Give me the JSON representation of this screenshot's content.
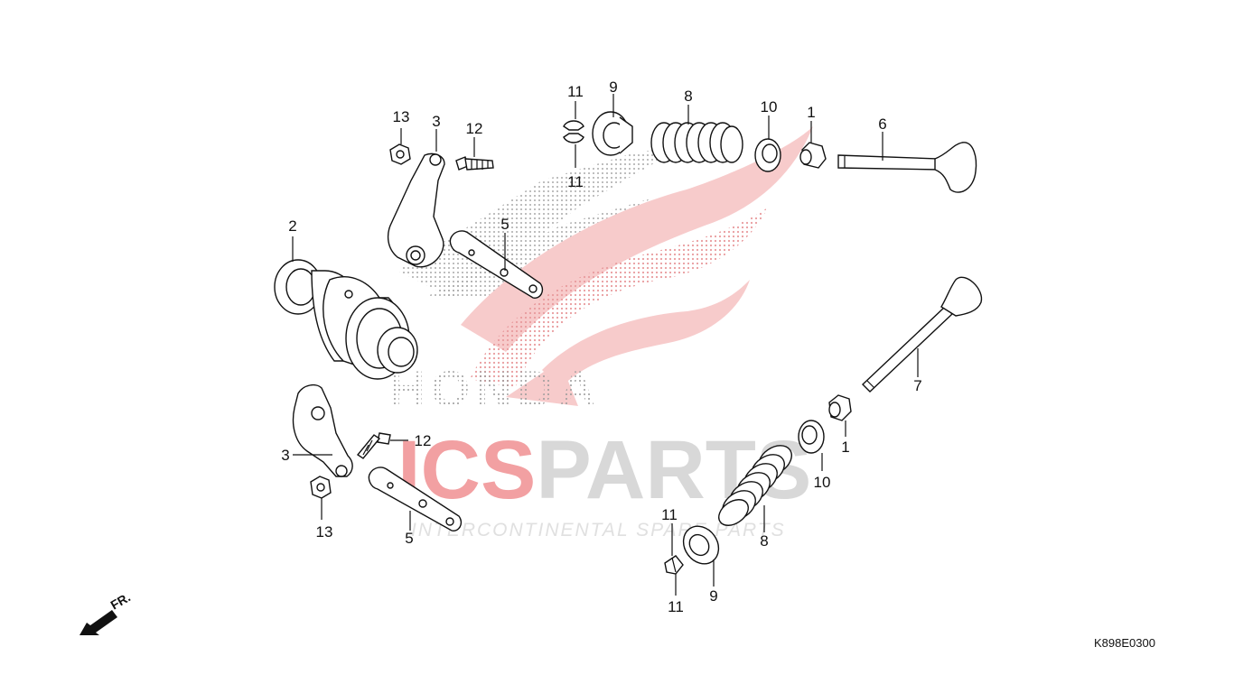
{
  "diagram_code": "K898E0300",
  "front_indicator": "FR.",
  "watermark": {
    "brand": "HONDA",
    "title_red": "ICS",
    "title_gray": "PARTS",
    "subtitle": "INTERCONTINENTAL SPARE PARTS",
    "colors": {
      "red": "#f2a0a2",
      "gray": "#d8d8d8",
      "dots": "#9a9a9a"
    }
  },
  "callouts": [
    {
      "id": "c1a",
      "number": "1"
    },
    {
      "id": "c1b",
      "number": "1"
    },
    {
      "id": "c2",
      "number": "2"
    },
    {
      "id": "c3a",
      "number": "3"
    },
    {
      "id": "c3b",
      "number": "3"
    },
    {
      "id": "c5a",
      "number": "5"
    },
    {
      "id": "c5b",
      "number": "5"
    },
    {
      "id": "c6",
      "number": "6"
    },
    {
      "id": "c7",
      "number": "7"
    },
    {
      "id": "c8a",
      "number": "8"
    },
    {
      "id": "c8b",
      "number": "8"
    },
    {
      "id": "c9a",
      "number": "9"
    },
    {
      "id": "c9b",
      "number": "9"
    },
    {
      "id": "c10a",
      "number": "10"
    },
    {
      "id": "c10b",
      "number": "10"
    },
    {
      "id": "c11a",
      "number": "11"
    },
    {
      "id": "c11b",
      "number": "11"
    },
    {
      "id": "c11c",
      "number": "11"
    },
    {
      "id": "c11d",
      "number": "11"
    },
    {
      "id": "c12a",
      "number": "12"
    },
    {
      "id": "c12b",
      "number": "12"
    },
    {
      "id": "c13a",
      "number": "13"
    },
    {
      "id": "c13b",
      "number": "13"
    }
  ]
}
